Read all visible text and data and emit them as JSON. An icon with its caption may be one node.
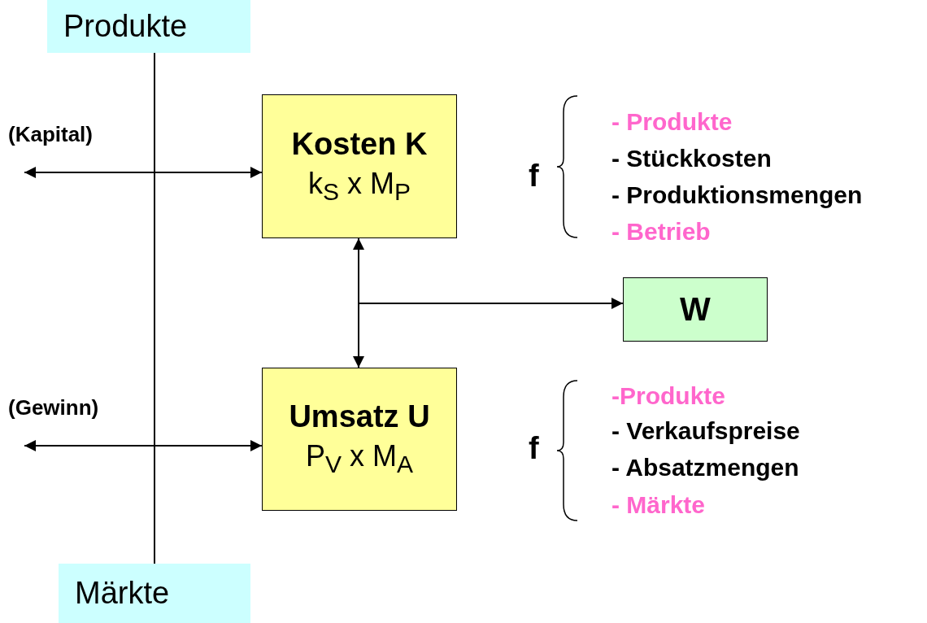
{
  "diagram": {
    "nodes": [
      {
        "text": [
          "Produkte"
        ]
      },
      {
        "text": [
          "Kosten K",
          "k$_{S}$ x M$_{P}$"
        ]
      },
      {
        "text": [
          "W"
        ]
      },
      {
        "text": [
          "Umsatz U",
          "P$_{V}$ x M$_{A}$"
        ]
      },
      {
        "text": [
          "Märkte"
        ]
      }
    ],
    "edges": [
      {
        "from": 0,
        "to": 4,
        "arrow": "none"
      },
      {
        "from": null,
        "to": 1,
        "arrow": "both",
        "label": "(Kapital)"
      },
      {
        "from": 1,
        "to": 3,
        "arrow": "both"
      },
      {
        "from": null,
        "to": 2,
        "arrow": "to"
      },
      {
        "from": null,
        "to": 3,
        "arrow": "both",
        "label": "(Gewinn)"
      }
    ],
    "labels": [
      "f",
      "- Produkte",
      "- Stückkosten",
      "- Produktionsmengen",
      "- Betrieb",
      "f",
      "-Produkte",
      "- Verkaufspreise",
      "- Absatzmengen",
      "- Märkte"
    ]
  }
}
